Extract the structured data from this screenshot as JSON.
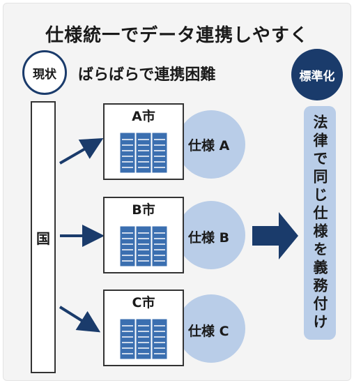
{
  "title": "仕様統一でデータ連携しやすく",
  "current": {
    "label": "現状",
    "description": "ばらばらで連携困難"
  },
  "standardization": {
    "label": "標準化"
  },
  "national": {
    "label": "国"
  },
  "cities": [
    {
      "name": "A市",
      "spec": "仕様 A"
    },
    {
      "name": "B市",
      "spec": "仕様 B"
    },
    {
      "name": "C市",
      "spec": "仕様 C"
    }
  ],
  "law": {
    "text": "法律で同じ仕様を義務付け"
  },
  "colors": {
    "navy": "#1a3b6b",
    "light_blue": "#b9cde8",
    "server_blue": "#3b6fb0"
  }
}
